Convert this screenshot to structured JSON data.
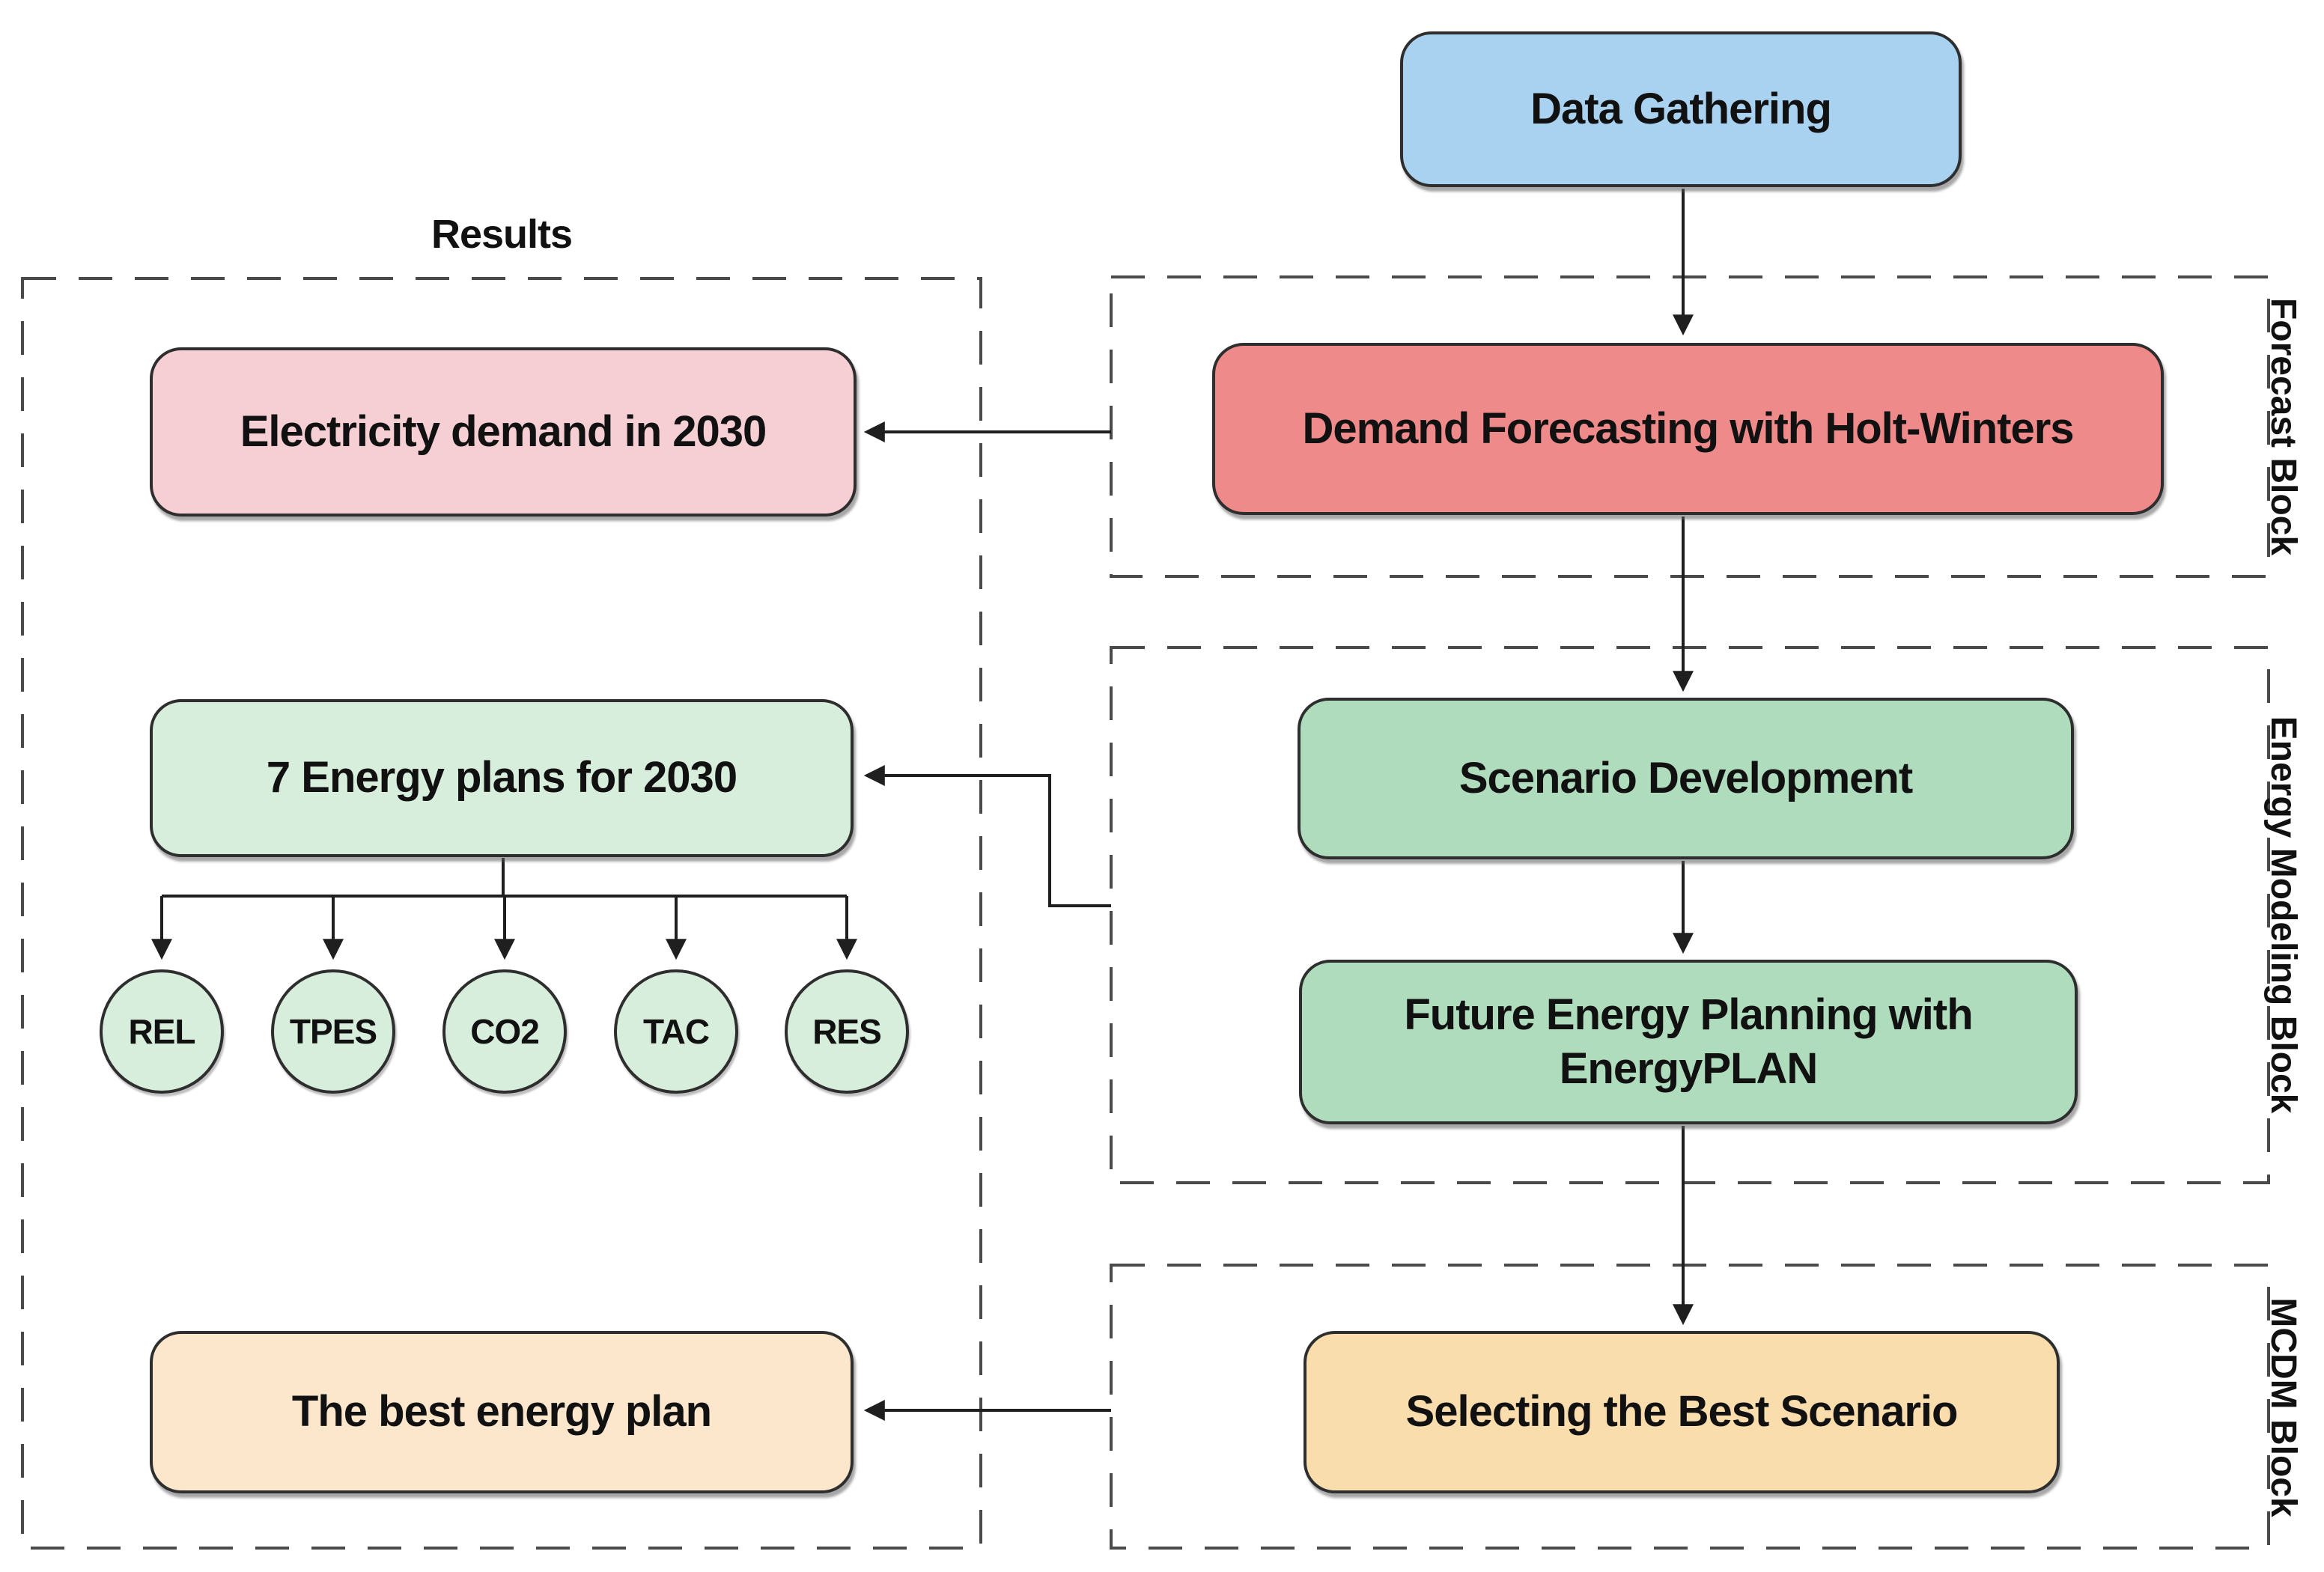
{
  "diagram": {
    "type": "flowchart",
    "background": "#FFFFFF"
  },
  "colors": {
    "data_gathering_fill": "#A9D2F1",
    "demand_forecasting_fill": "#EF8A8A",
    "green_process_fill": "#AFDCBC",
    "light_green_fill": "#D7EEDC",
    "pink_fill": "#F6CFD4",
    "selecting_fill": "#FADDAD",
    "best_plan_fill": "#FCE7CC",
    "node_border": "#2E2E2E",
    "dashed_border": "#4A4A4A",
    "connector": "#1F1F1F",
    "text": "#111111"
  },
  "nodes": {
    "data_gathering": "Data Gathering",
    "demand_forecasting": "Demand Forecasting with Holt-Winters",
    "scenario_development": "Scenario Development",
    "future_energy_planning": "Future Energy Planning with EnergyPLAN",
    "selecting_best": "Selecting the Best Scenario",
    "electricity_demand": "Electricity demand in 2030",
    "energy_plans": "7 Energy plans for 2030",
    "best_energy_plan": "The best energy plan"
  },
  "criteria": [
    "REL",
    "TPES",
    "CO2",
    "TAC",
    "RES"
  ],
  "blocks": {
    "results": "Results",
    "forecast": "Forecast Block",
    "modeling": "Energy Modeling Block",
    "mcdm": "MCDM Block"
  }
}
